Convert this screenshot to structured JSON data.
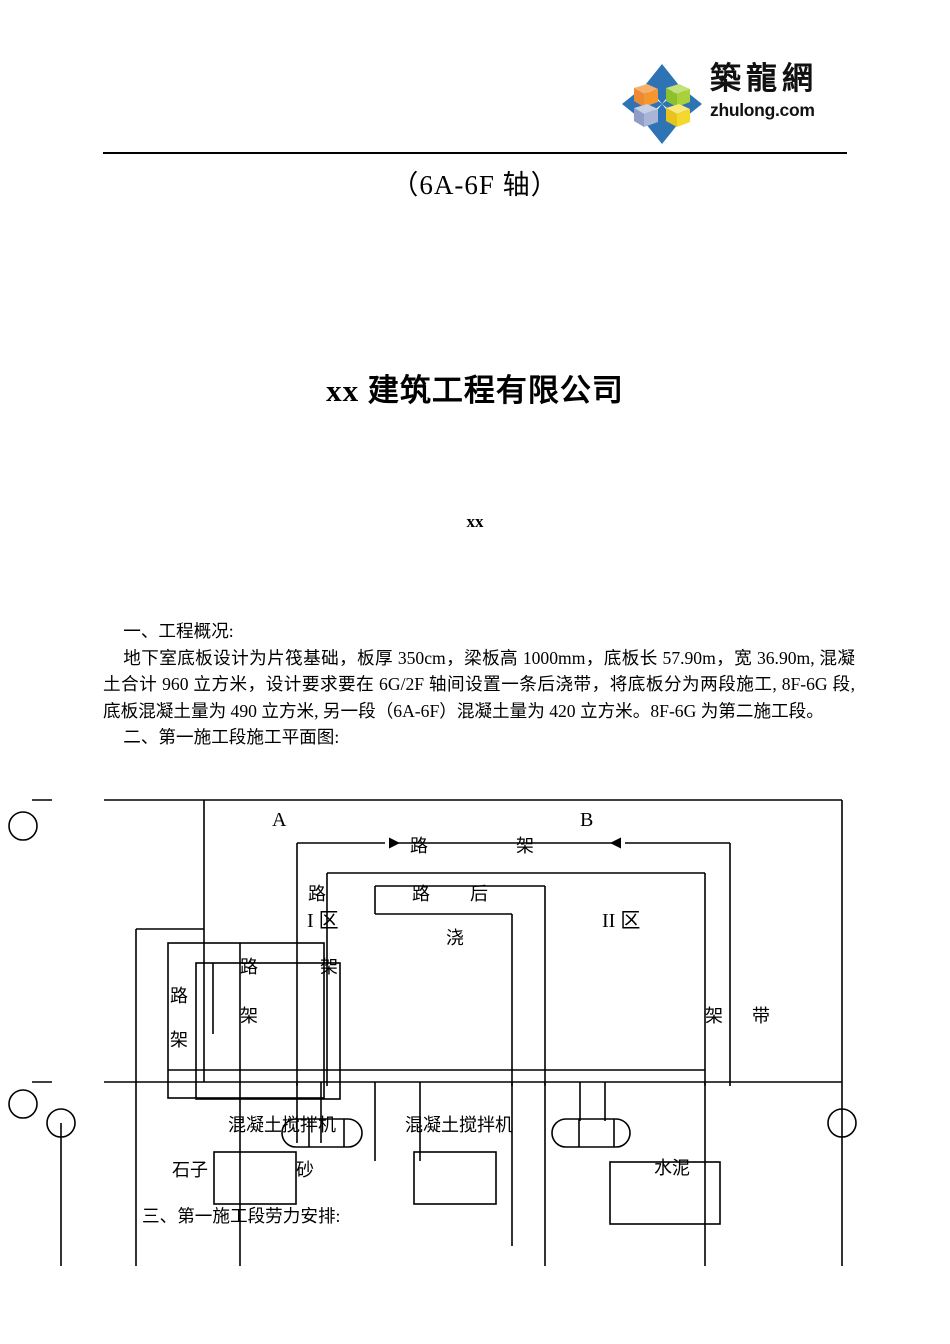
{
  "logo": {
    "icon": "zhulong-pinwheel-logo",
    "chinese_name": "築龍網",
    "domain": "zhulong.com",
    "colors": {
      "petal_blue": "#2e74b5",
      "cube_orange": "#f08a3c",
      "cube_green": "#9ccc3c",
      "cube_gray_blue": "#9ba9cf",
      "cube_yellow": "#f2d22e"
    }
  },
  "title": {
    "subtitle": "（6A-6F 轴）",
    "company": "xx 建筑工程有限公司",
    "author": "xx"
  },
  "body": {
    "section_one_heading": "一、工程概况:",
    "paragraph": "地下室底板设计为片筏基础，板厚 350cm，梁板高 1000mm，底板长 57.90m，宽 36.90m, 混凝土合计 960 立方米，设计要求要在 6G/2F 轴间设置一条后浇带，将底板分为两段施工, 8F-6G 段, 底板混凝土量为 490 立方米, 另一段（6A-6F）混凝土量为 420 立方米。8F-6G 为第二施工段。",
    "section_two_heading": "二、第一施工段施工平面图:",
    "section_three_heading": "三、第一施工段劳力安排:"
  },
  "diagram": {
    "name": "construction-site-plan",
    "axis_labels": [
      "A",
      "B"
    ],
    "zone_labels": [
      "I 区",
      "II 区"
    ],
    "arrow_label_left": "路",
    "arrow_label_right": "架",
    "labels": [
      {
        "text": "路",
        "role": "road-label"
      },
      {
        "text": "后",
        "role": "post-pour-label"
      },
      {
        "text": "浇",
        "role": "post-pour-label"
      },
      {
        "text": "路",
        "role": "road-label"
      },
      {
        "text": "架",
        "role": "frame-label"
      },
      {
        "text": "路",
        "role": "road-label"
      },
      {
        "text": "架",
        "role": "frame-label"
      },
      {
        "text": "架",
        "role": "frame-label"
      },
      {
        "text": "架",
        "role": "frame-label"
      },
      {
        "text": "带",
        "role": "belt-label"
      }
    ],
    "equipment": [
      {
        "text": "混凝土搅拌机",
        "role": "concrete-mixer-1"
      },
      {
        "text": "混凝土搅拌机",
        "role": "concrete-mixer-2"
      }
    ],
    "materials": [
      {
        "text": "石子",
        "role": "gravel-stockpile"
      },
      {
        "text": "砂",
        "role": "sand-stockpile"
      },
      {
        "text": "水泥",
        "role": "cement-stockpile"
      }
    ]
  }
}
